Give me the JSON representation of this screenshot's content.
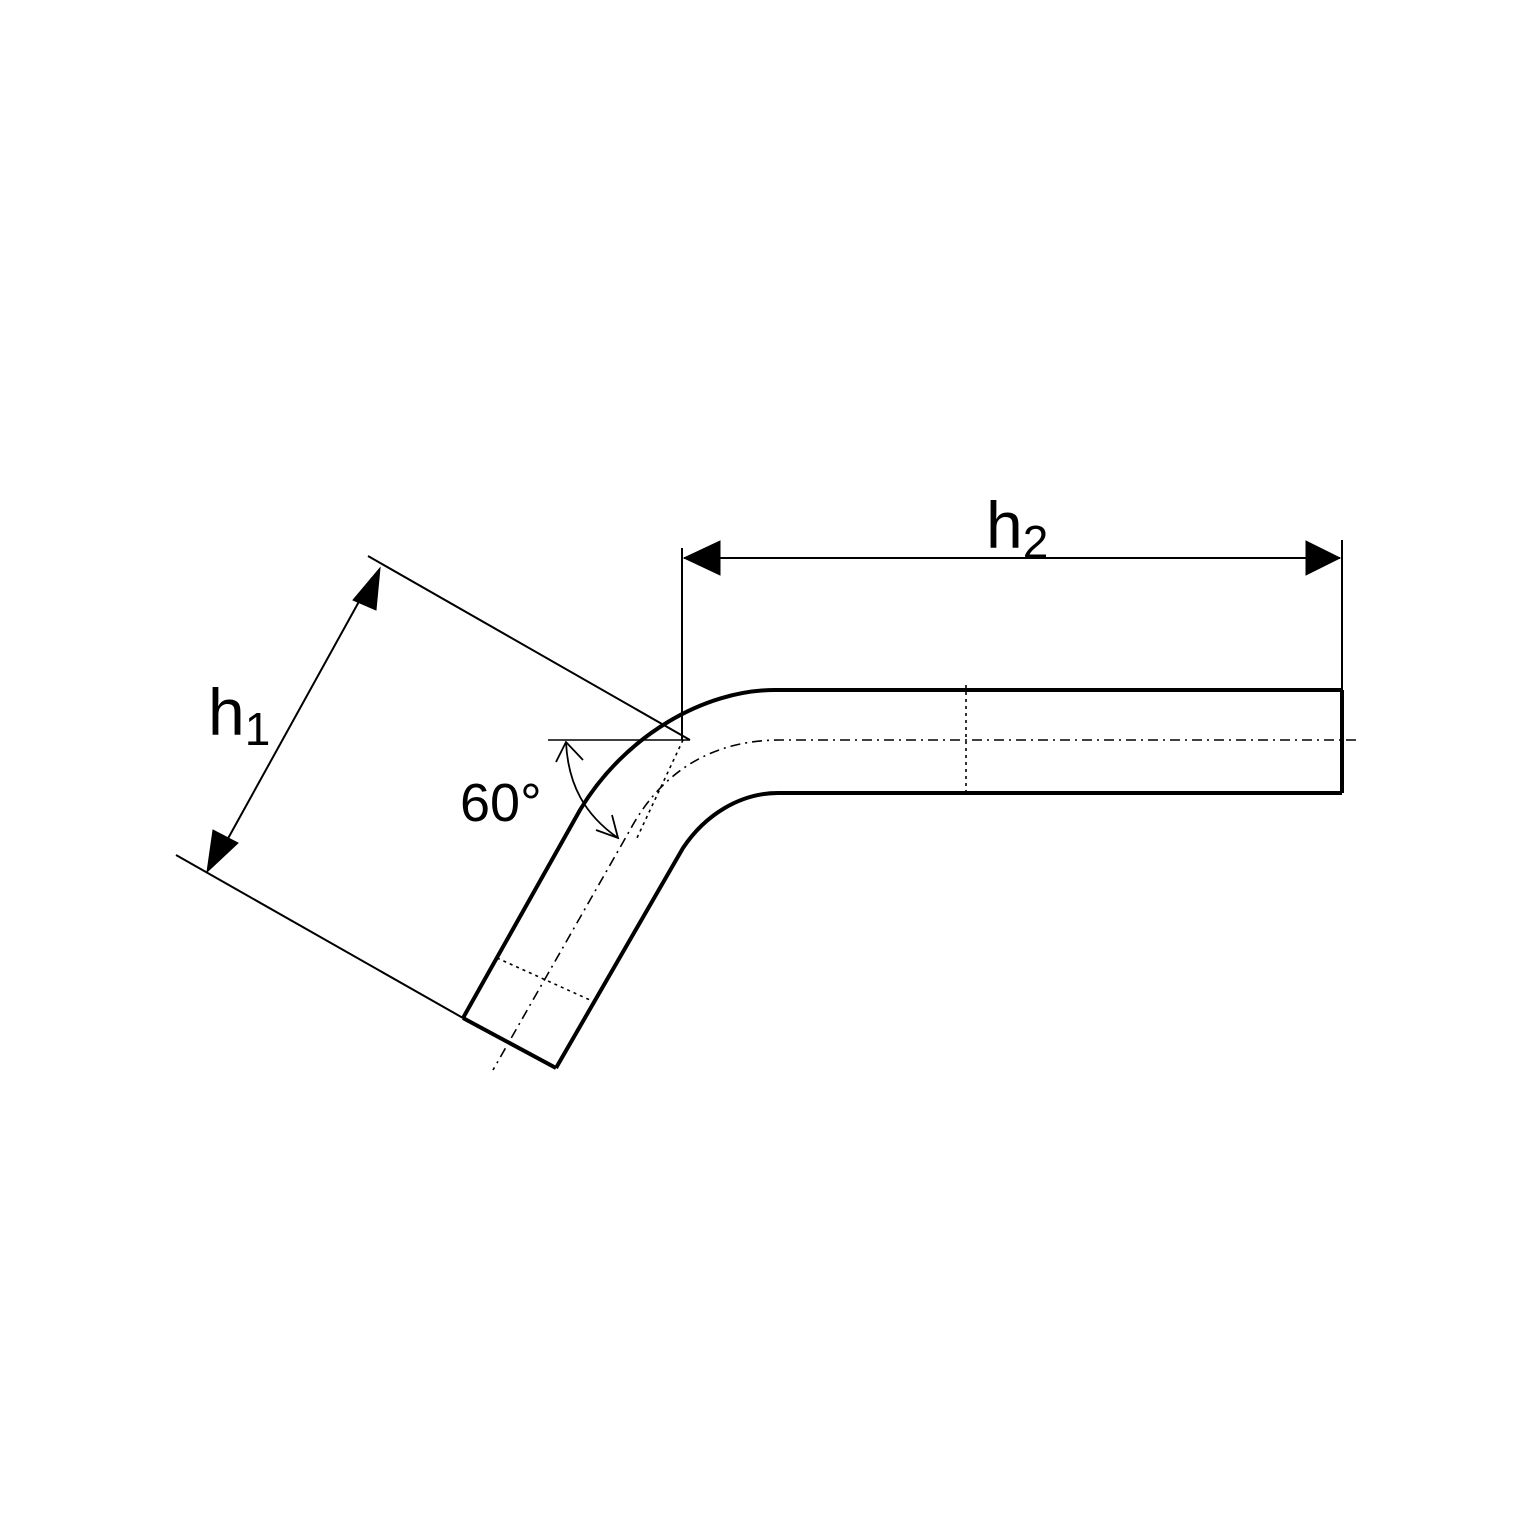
{
  "labels": {
    "h1_base": "h",
    "h1_sub": "1",
    "h2_base": "h",
    "h2_sub": "2",
    "angle": "60°"
  },
  "colors": {
    "ink": "#000000",
    "paper": "#ffffff"
  }
}
